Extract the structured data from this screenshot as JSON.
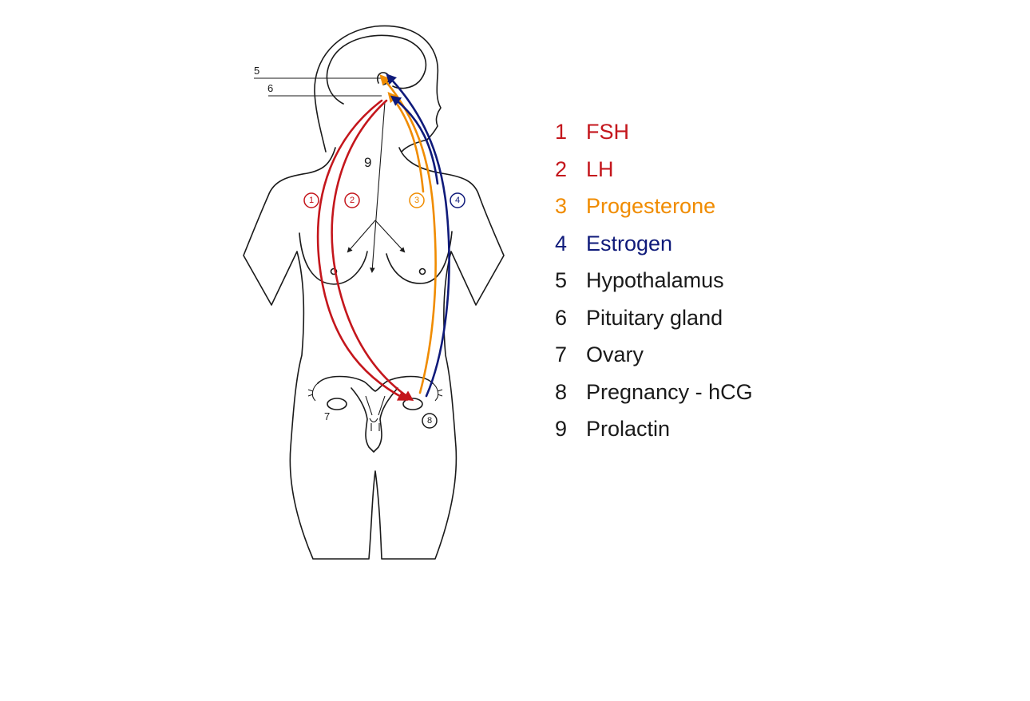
{
  "diagram": {
    "pointer_labels": {
      "hypothalamus": "5",
      "pituitary": "6",
      "prolactin": "9",
      "ovary": "7"
    },
    "circled_markers": [
      {
        "number": "1",
        "color": "#c4161c"
      },
      {
        "number": "2",
        "color": "#c4161c"
      },
      {
        "number": "3",
        "color": "#f08c00"
      },
      {
        "number": "4",
        "color": "#0f1a7a"
      }
    ],
    "ovary_marker": "8",
    "arrow_colors": {
      "fsh": "#c4161c",
      "lh": "#c4161c",
      "progesterone": "#f08c00",
      "estrogen": "#0f1a7a",
      "prolactin": "#1a1a1a"
    }
  },
  "legend": [
    {
      "number": "1",
      "label": "FSH",
      "color": "#c4161c"
    },
    {
      "number": "2",
      "label": "LH",
      "color": "#c4161c"
    },
    {
      "number": "3",
      "label": "Progesterone",
      "color": "#f08c00"
    },
    {
      "number": "4",
      "label": "Estrogen",
      "color": "#0f1a7a"
    },
    {
      "number": "5",
      "label": "Hypothalamus",
      "color": "#1a1a1a"
    },
    {
      "number": "6",
      "label": "Pituitary gland",
      "color": "#1a1a1a"
    },
    {
      "number": "7",
      "label": "Ovary",
      "color": "#1a1a1a"
    },
    {
      "number": "8",
      "label": "Pregnancy - hCG",
      "color": "#1a1a1a"
    },
    {
      "number": "9",
      "label": "Prolactin",
      "color": "#1a1a1a"
    }
  ]
}
